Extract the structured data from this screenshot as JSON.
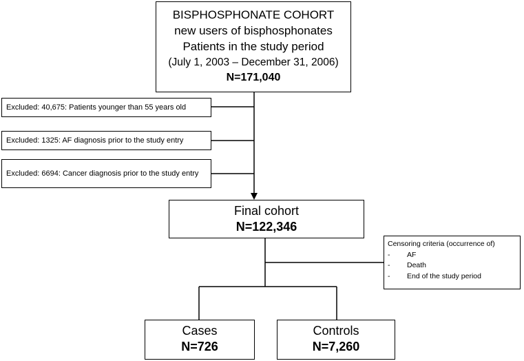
{
  "top_box": {
    "line1": "BISPHOSPHONATE COHORT",
    "line2": "new users of bisphosphonates",
    "line3": "Patients in the study period",
    "line4": "(July 1, 2003 – December 31, 2006)",
    "count": "N=171,040"
  },
  "exclusions": [
    {
      "text": "Excluded: 40,675: Patients younger than 55 years old"
    },
    {
      "text": "Excluded: 1325: AF diagnosis prior to the study entry"
    },
    {
      "text": "Excluded: 6694: Cancer diagnosis prior to the study entry"
    }
  ],
  "final_cohort": {
    "title": "Final cohort",
    "count": "N=122,346"
  },
  "censoring": {
    "title": "Censoring criteria (occurrence of)",
    "items": [
      "AF",
      "Death",
      "End of the study period"
    ]
  },
  "cases": {
    "title": "Cases",
    "count": "N=726"
  },
  "controls": {
    "title": "Controls",
    "count": "N=7,260"
  }
}
